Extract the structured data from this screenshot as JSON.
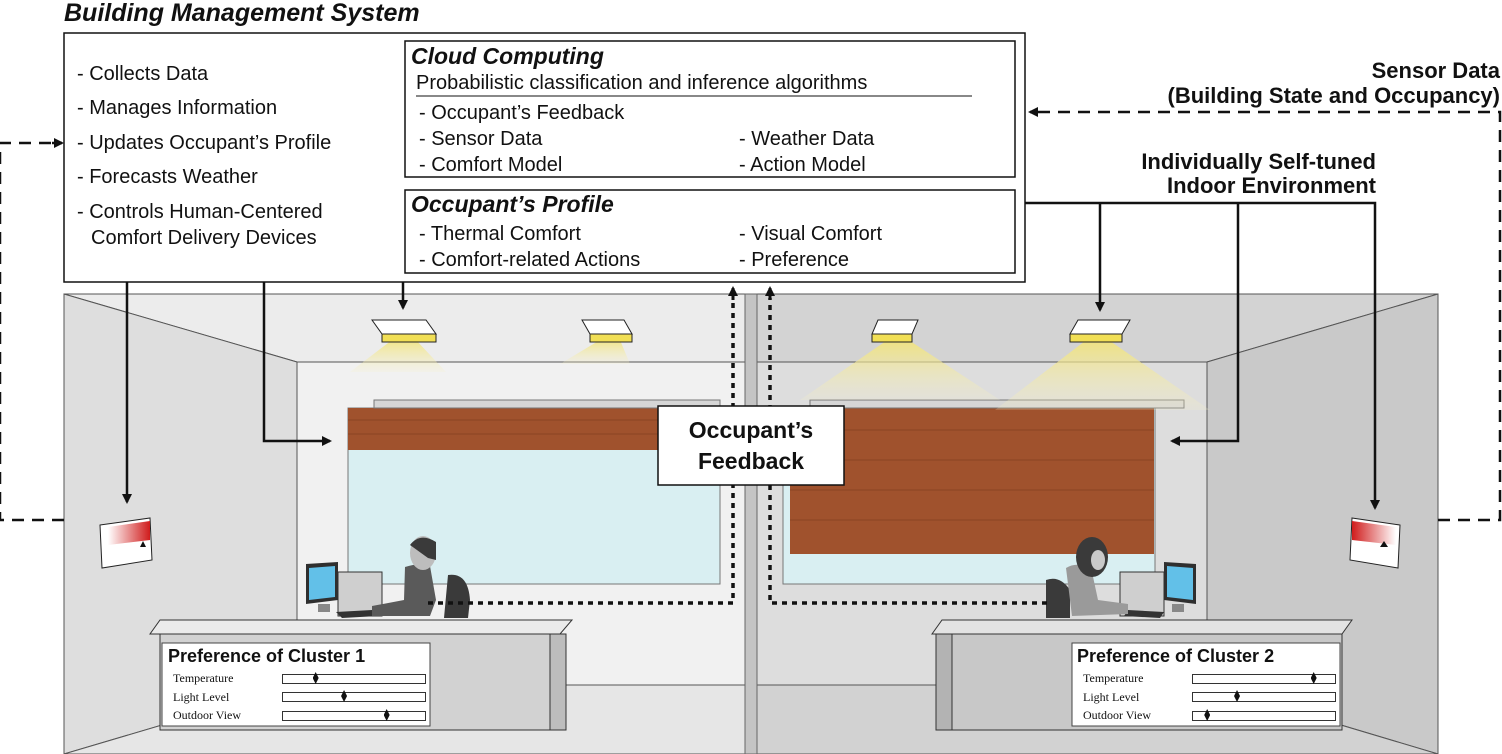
{
  "bms": {
    "title": "Building Management System",
    "functions": [
      "- Collects Data",
      "- Manages Information",
      "- Updates Occupant’s Profile",
      "- Forecasts Weather",
      "- Controls Human-Centered",
      "Comfort Delivery Devices"
    ]
  },
  "cloud": {
    "title": "Cloud Computing",
    "subtitle": "Probabilistic classification and inference algorithms",
    "items_left": [
      "- Occupant’s Feedback",
      "- Sensor Data",
      "- Comfort Model"
    ],
    "items_right": [
      "- Weather Data",
      "- Action Model"
    ]
  },
  "profile": {
    "title": "Occupant’s Profile",
    "items_left": [
      "- Thermal Comfort",
      "- Comfort-related Actions"
    ],
    "items_right": [
      "- Visual Comfort",
      "- Preference"
    ]
  },
  "sensor_label": {
    "line1": "Sensor Data",
    "line2": "(Building State and Occupancy)"
  },
  "self_tuned_label": {
    "line1": "Individually Self-tuned",
    "line2": "Indoor Environment"
  },
  "feedback_label": {
    "line1": "Occupant’s",
    "line2": "Feedback"
  },
  "clusters": [
    {
      "title": "Preference of Cluster 1",
      "sliders": [
        {
          "label": "Temperature",
          "value": 0.23
        },
        {
          "label": "Light Level",
          "value": 0.43
        },
        {
          "label": "Outdoor View",
          "value": 0.73
        }
      ]
    },
    {
      "title": "Preference of Cluster 2",
      "sliders": [
        {
          "label": "Temperature",
          "value": 0.85
        },
        {
          "label": "Light Level",
          "value": 0.31
        },
        {
          "label": "Outdoor View",
          "value": 0.1
        }
      ]
    }
  ],
  "colors": {
    "blind": "#a0522d",
    "window": "#d9eff2",
    "wall": "#e3e3e3",
    "light": "#f4eaa0",
    "thermostat_red": "#d01c1c"
  }
}
